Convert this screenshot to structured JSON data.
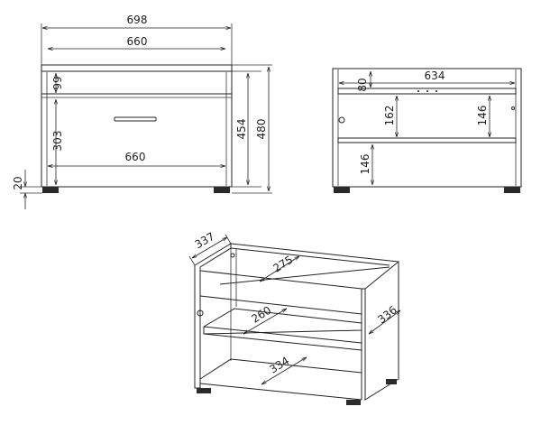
{
  "front_view": {
    "overall_width": "698",
    "inner_width": "660",
    "drawer_height": "99",
    "lower_height": "303",
    "lower_width": "660",
    "body_height": "454",
    "total_height": "480",
    "foot_height": "20"
  },
  "back_view": {
    "inner_width": "634",
    "top_gap": "80",
    "middle_left": "162",
    "middle_right": "146",
    "bottom_left": "146"
  },
  "iso_view": {
    "depth_top": "337",
    "inner_depth_top": "275",
    "shelf_depth": "260",
    "bottom_depth": "334",
    "side_depth": "336"
  }
}
